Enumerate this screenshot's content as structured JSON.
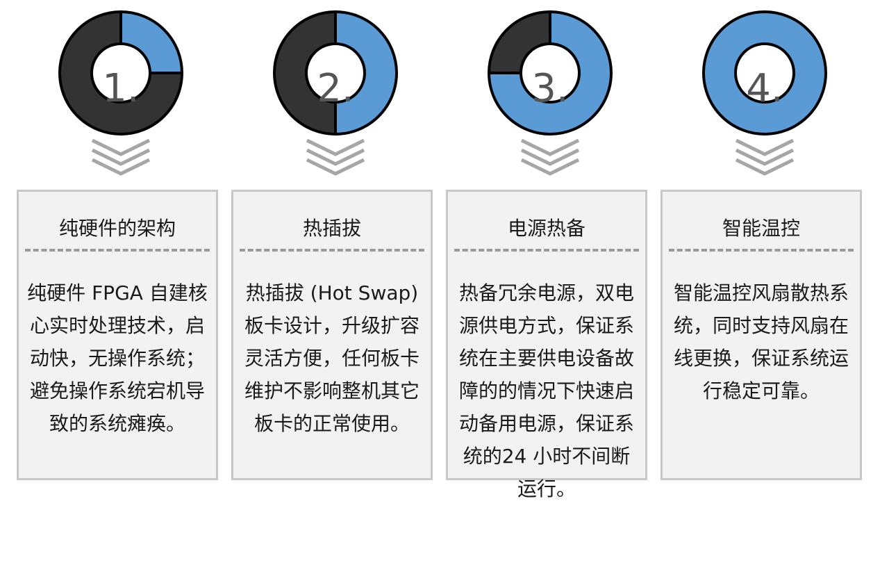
{
  "steps": [
    {
      "number": "1.",
      "title": "纯硬件的架构",
      "body": "纯硬件 FPGA 自建核心实时处理技术，启动快，无操作系统；避免操作系统宕机导致的系统瘫痪。",
      "fill_fraction": 0.25
    },
    {
      "number": "2.",
      "title": "热插拔",
      "body": "热插拔 (Hot Swap)板卡设计，升级扩容灵活方便，任何板卡维护不影响整机其它板卡的正常使用。",
      "fill_fraction": 0.5
    },
    {
      "number": "3.",
      "title": "电源热备",
      "body": "热备冗余电源，双电源供电方式，保证系统在主要供电设备故障的的情况下快速启动备用电源，保证系统的24 小时不间断运行。",
      "fill_fraction": 0.75
    },
    {
      "number": "4.",
      "title": "智能温控",
      "body": "智能温控风扇散热系统，同时支持风扇在线更换，保证系统运行稳定可靠。",
      "fill_fraction": 1.0
    }
  ],
  "colors": {
    "accent": "#5b9bd5",
    "dark": "#333333",
    "outline": "#000000",
    "card_bg": "#f2f2f2",
    "card_border": "#c8c8c8",
    "chevron": "#a6a6a6",
    "divider": "#9a9a9a"
  }
}
